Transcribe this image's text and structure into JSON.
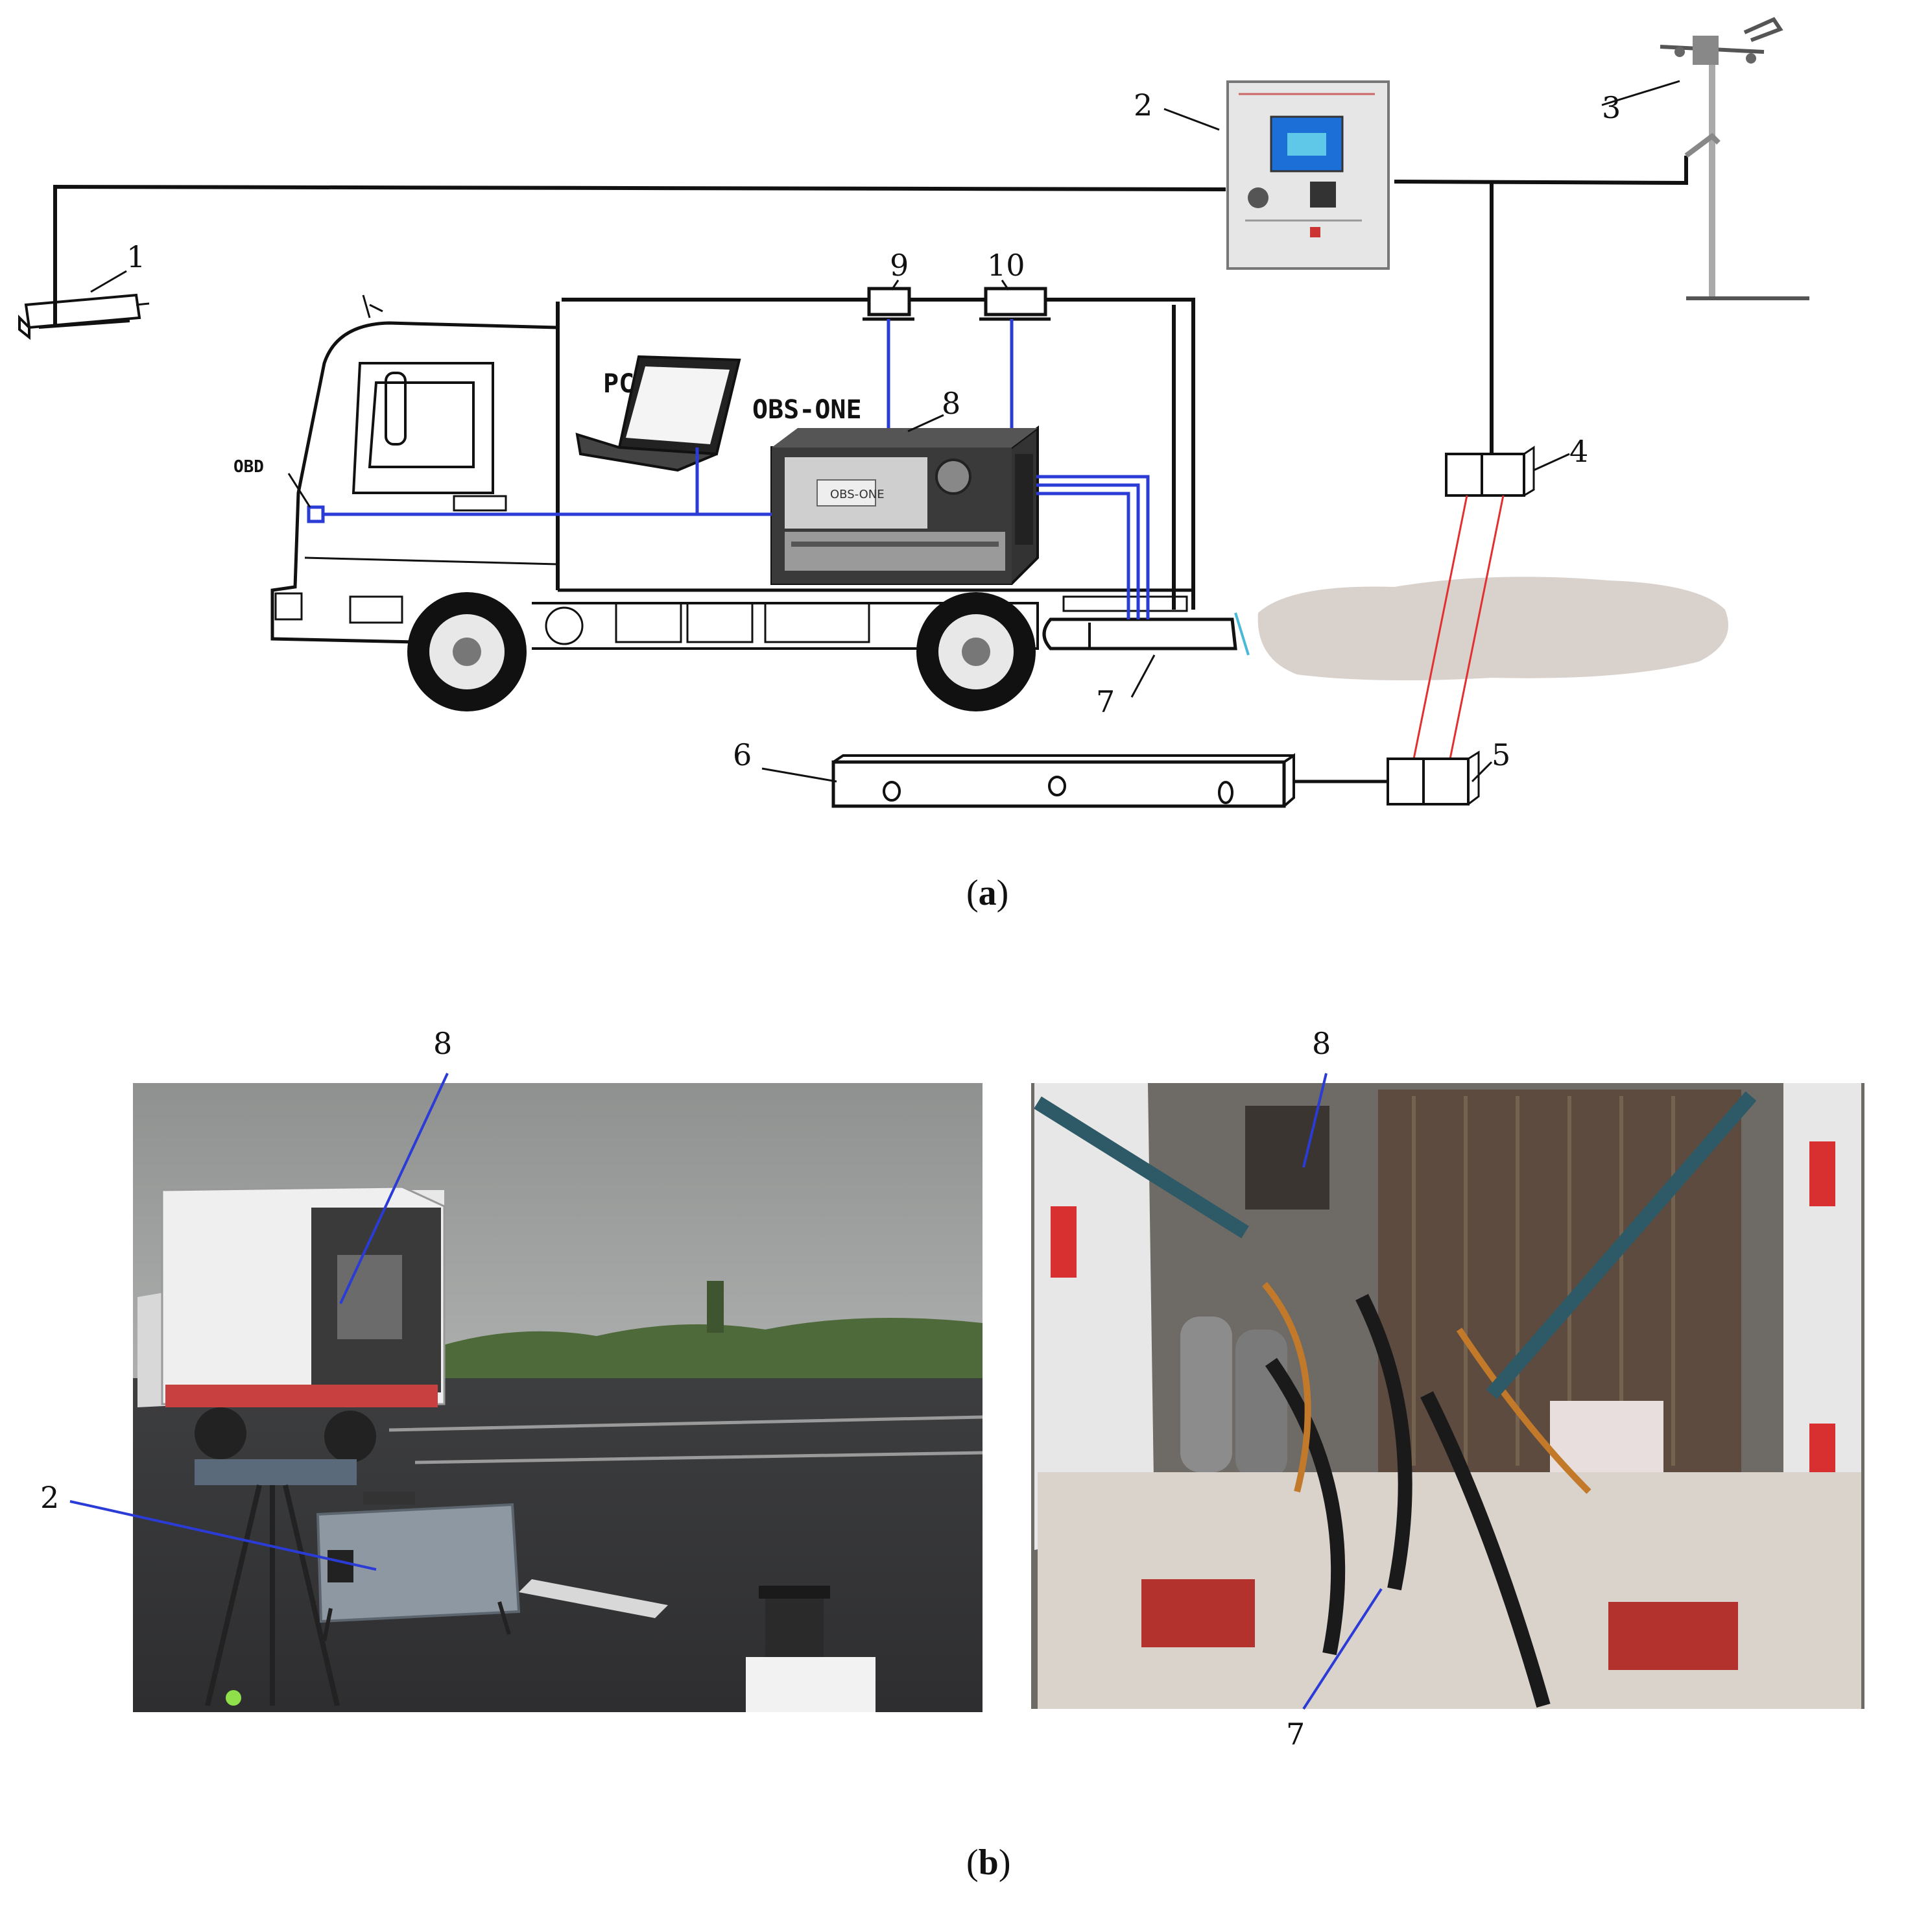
{
  "panel_a": {
    "caption_open": "(",
    "caption_letter": "a",
    "caption_close": ")",
    "labels": {
      "obd": "OBD",
      "pc": "PC",
      "obs_one": "OBS-ONE",
      "device_badge": "OBS-ONE"
    },
    "markers": [
      "1",
      "2",
      "3",
      "4",
      "5",
      "6",
      "7",
      "8",
      "9",
      "10"
    ]
  },
  "panel_b": {
    "caption_open": "(",
    "caption_letter": "b",
    "caption_close": ")",
    "left_photo_markers": [
      "8",
      "2"
    ],
    "right_photo_markers": [
      "8",
      "7"
    ]
  },
  "colors": {
    "signal_line": "#2b3bd6",
    "laser_beam": "#e23030",
    "exhaust_plume": "#d9d1cc"
  }
}
